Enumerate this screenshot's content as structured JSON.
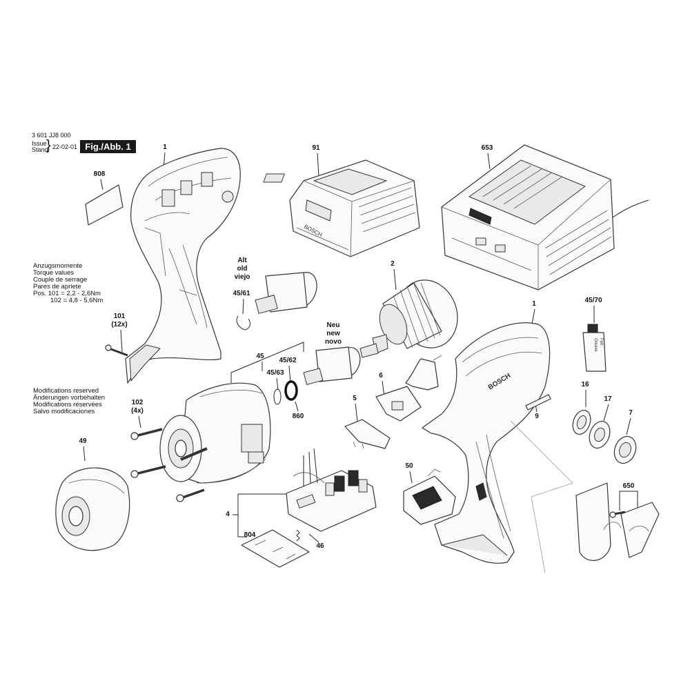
{
  "header": {
    "part_number": "3 601 JJ8 000",
    "issue_label_1": "Issue",
    "issue_label_2": "Stand",
    "issue_brace": "}",
    "issue_date": "22-02-01",
    "figure_label": "Fig./Abb. 1"
  },
  "torque": {
    "title_de": "Anzugsmomente",
    "title_en": "Torque values",
    "title_fr": "Couple de serrage",
    "title_es": "Pares de apriete",
    "line_1": "Pos.  101 = 2,2 - 2,6Nm",
    "line_2": "102 = 4,8 - 5,6Nm"
  },
  "modifications": {
    "en": "Modifications reserved",
    "de": "Änderungen vorbehalten",
    "fr": "Modifications réservées",
    "es": "Salvo modificaciones"
  },
  "notes": {
    "old_1": "Alt",
    "old_2": "old",
    "old_3": "viejo",
    "new_1": "Neu",
    "new_2": "new",
    "new_3": "novo"
  },
  "labels": {
    "p1_top": "1",
    "p808": "808",
    "p91": "91",
    "p653": "653",
    "p45_61": "45/61",
    "p2": "2",
    "p1_right": "1",
    "p45_70": "45/70",
    "p101": "101",
    "p101_qty": "(12x)",
    "p45": "45",
    "p45_62": "45/62",
    "p45_63": "45/63",
    "p860": "860",
    "p6": "6",
    "p16": "16",
    "p17": "17",
    "p7": "7",
    "p9": "9",
    "p5": "5",
    "p102": "102",
    "p102_qty": "(4x)",
    "p49": "49",
    "p50": "50",
    "p650": "650",
    "p4": "4",
    "p804": "804",
    "p46": "46"
  },
  "part_text": {
    "brand_housing": "BOSCH",
    "brand_battery": "BOSCH",
    "grease_1": "Grease",
    "grease_2": "Fett"
  },
  "icons": [
    "drill-housing-shell-icon",
    "battery-pack-icon",
    "battery-charger-icon",
    "motor-icon",
    "gearbox-housing-icon",
    "circuit-board-icon",
    "screw-icon",
    "grease-tube-icon",
    "belt-clip-icon"
  ]
}
